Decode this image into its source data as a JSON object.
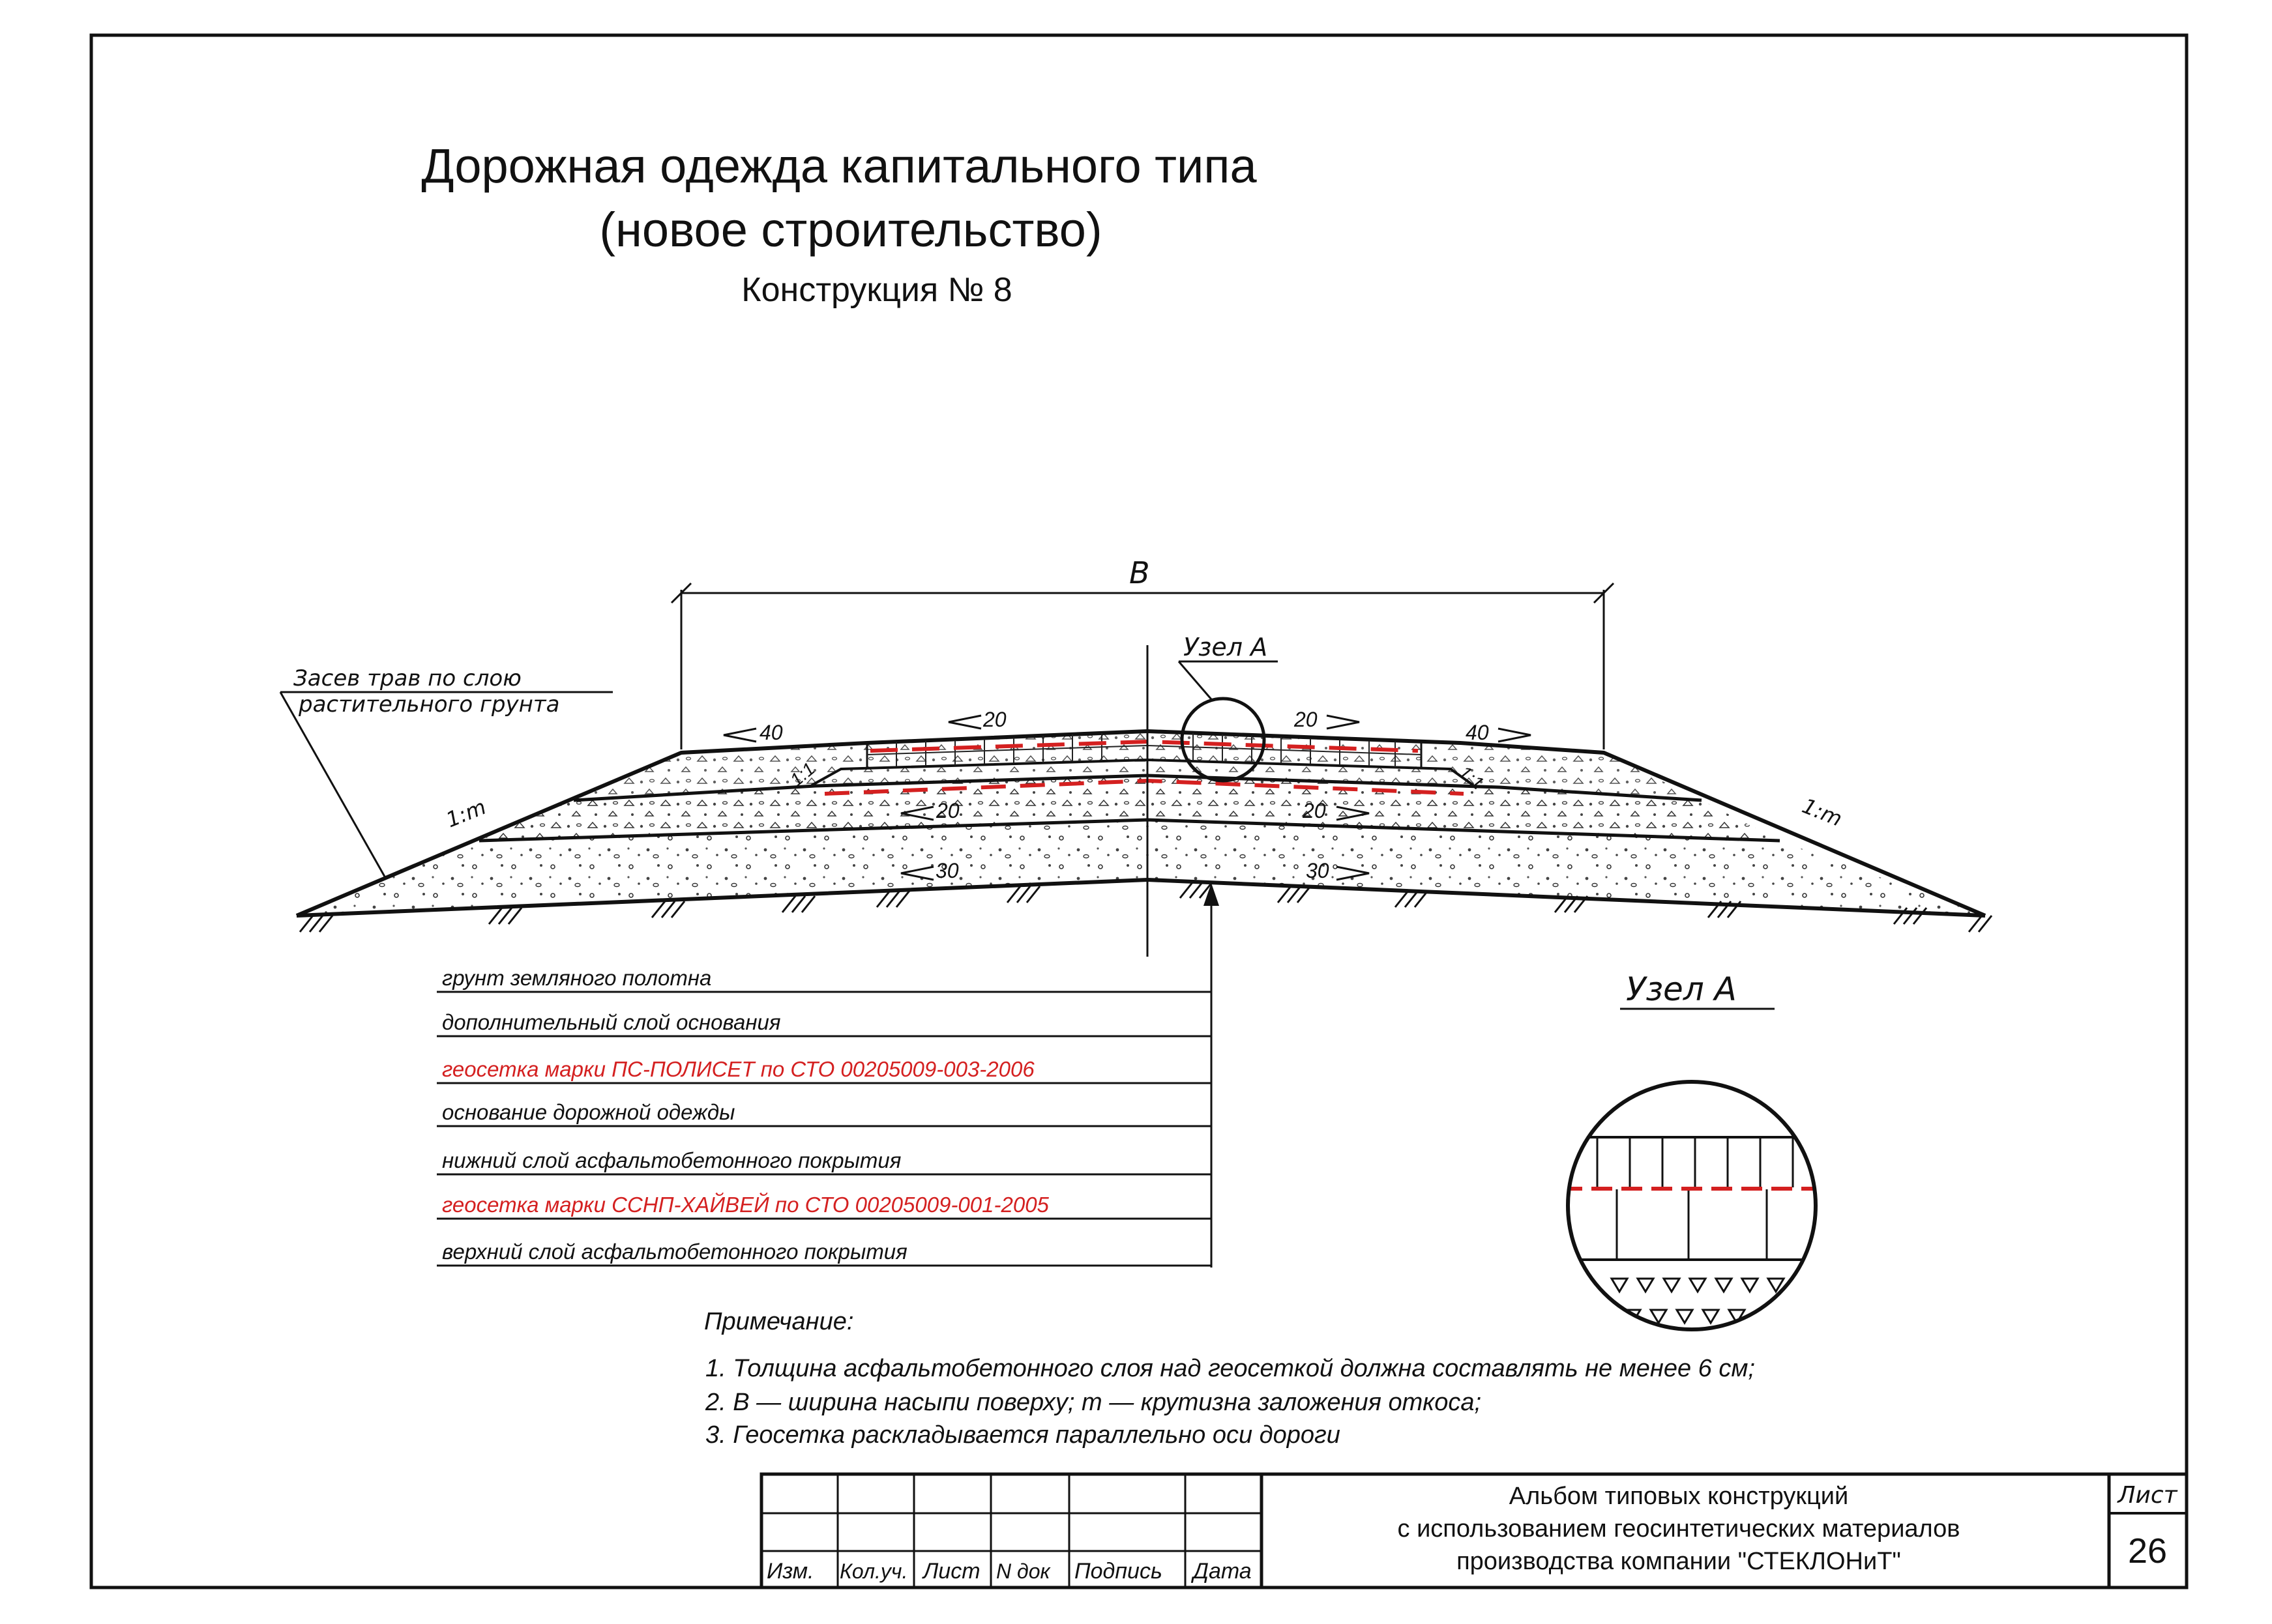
{
  "title": {
    "line1": "Дорожная одежда капитального типа",
    "line2": "(новое строительство)",
    "subtitle": "Конструкция № 8"
  },
  "diagram": {
    "width_label": "B",
    "node_label": "Узел А",
    "grass_note_line1": "Засев трав по слою",
    "grass_note_line2": "растительного грунта",
    "slope_left": "1:m",
    "slope_right": "1:m",
    "slopes": {
      "top_left": "40",
      "top_mid_left": "20",
      "top_mid_right": "20",
      "top_right": "40",
      "mid_left": "20",
      "mid_right": "20",
      "low_left": "30",
      "low_right": "30",
      "step_left": "1:1",
      "step_right": "1:1"
    },
    "colors": {
      "geogrid": "#d42020",
      "line": "#111111"
    }
  },
  "layers": [
    {
      "label": "грунт земляного полотна",
      "color": "#111111"
    },
    {
      "label": "дополнительный слой основания",
      "color": "#111111"
    },
    {
      "label": "геосетка марки ПС-ПОЛИСЕТ по СТО 00205009-003-2006",
      "color": "#d42020"
    },
    {
      "label": "основание дорожной одежды",
      "color": "#111111"
    },
    {
      "label": "нижний слой асфальтобетонного покрытия",
      "color": "#111111"
    },
    {
      "label": "геосетка марки ССНП-ХАЙВЕЙ по СТО 00205009-001-2005",
      "color": "#d42020"
    },
    {
      "label": "верхний слой асфальтобетонного покрытия",
      "color": "#111111"
    }
  ],
  "detail": {
    "title": "Узел А"
  },
  "notes": {
    "heading": "Примечание:",
    "items": [
      "1. Толщина асфальтобетонного слоя над геосеткой должна составлять не менее 6 см;",
      "2. B — ширина насыпи поверху; m — крутизна заложения откоса;",
      "3. Геосетка раскладывается параллельно оси дороги"
    ]
  },
  "title_block": {
    "columns": [
      "Изм.",
      "Кол.уч.",
      "Лист",
      "N док",
      "Подпись",
      "Дата"
    ],
    "album_line1": "Альбом типовых конструкций",
    "album_line2": "с использованием геосинтетических материалов",
    "album_line3": "производства компании \"СТЕКЛОНиТ\"",
    "sheet_label": "Лист",
    "sheet_number": "26"
  }
}
